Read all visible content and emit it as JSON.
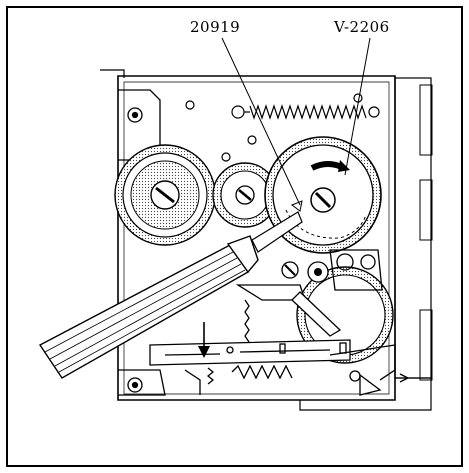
{
  "figure": {
    "callouts": [
      {
        "id": "part-a",
        "label": "20919"
      },
      {
        "id": "part-b",
        "label": "V-2206"
      }
    ],
    "colors": {
      "ink": "#000000",
      "paper": "#ffffff",
      "shade": "#bdbdbd"
    }
  }
}
